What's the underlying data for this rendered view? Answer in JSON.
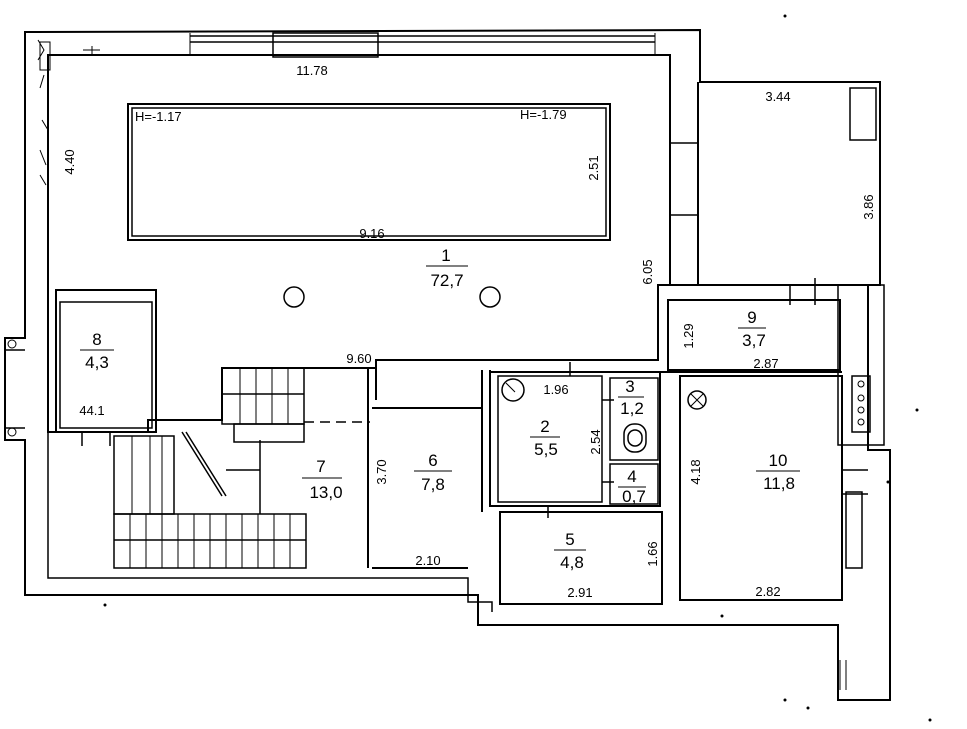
{
  "floor_plan": {
    "elevations": {
      "left": "H=-1.17",
      "right": "H=-1.79"
    },
    "rooms": [
      {
        "number": "1",
        "area": "72,7"
      },
      {
        "number": "2",
        "area": "5,5"
      },
      {
        "number": "3",
        "area": "1,2"
      },
      {
        "number": "4",
        "area": "0,7"
      },
      {
        "number": "5",
        "area": "4,8"
      },
      {
        "number": "6",
        "area": "7,8"
      },
      {
        "number": "7",
        "area": "13,0"
      },
      {
        "number": "8",
        "area": "4,3"
      },
      {
        "number": "9",
        "area": "3,7"
      },
      {
        "number": "10",
        "area": "11,8"
      }
    ],
    "dimensions": {
      "top_width": "11.78",
      "left_height": "4.40",
      "pool_width": "9.16",
      "pool_height": "2.51",
      "hall_height": "6.05",
      "hall_width": "9.60",
      "annex_width": "3.44",
      "annex_height": "3.86",
      "r2_width": "1.96",
      "r2_height": "2.54",
      "r7_height": "3.70",
      "r6_width": "2.10",
      "r5_height": "1.66",
      "r5_width": "2.91",
      "r9_height": "1.29",
      "r9_width": "2.87",
      "r10_height": "4.18",
      "r10_width": "2.82"
    },
    "stair_label": "44.1"
  }
}
